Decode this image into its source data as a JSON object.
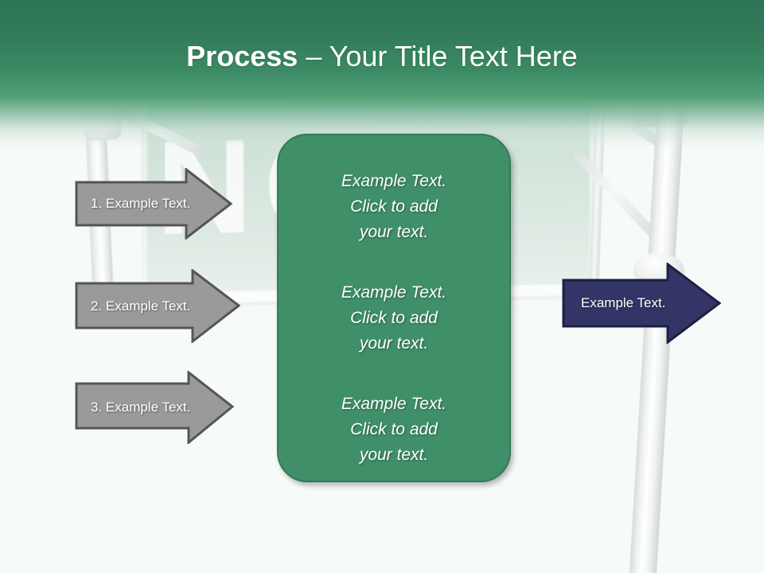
{
  "slide": {
    "title_strong": "Process",
    "title_separator": " – ",
    "title_rest": "Your Title Text Here",
    "background": {
      "sign_letters": "NO S",
      "header_top_color": "#2c7455",
      "header_mid_color": "#3b8a63",
      "page_background": "#f6faf8"
    }
  },
  "steps": [
    {
      "label": "1. Example Text."
    },
    {
      "label": "2. Example Text."
    },
    {
      "label": "3. Example Text."
    }
  ],
  "center_panel": {
    "fill_color": "#3f8f68",
    "border_color": "#35795a",
    "blocks": [
      {
        "text": "Example Text.\nClick  to add\nyour text."
      },
      {
        "text": "Example Text.\nClick  to add\nyour text."
      },
      {
        "text": "Example Text.\nClick  to add\nyour text."
      }
    ]
  },
  "result_arrow": {
    "label": "Example Text.",
    "fill_color": "#333566",
    "border_color": "#1d1f42"
  },
  "arrow_style": {
    "gray_fill": "#9a9a9a",
    "gray_border": "#555555"
  }
}
